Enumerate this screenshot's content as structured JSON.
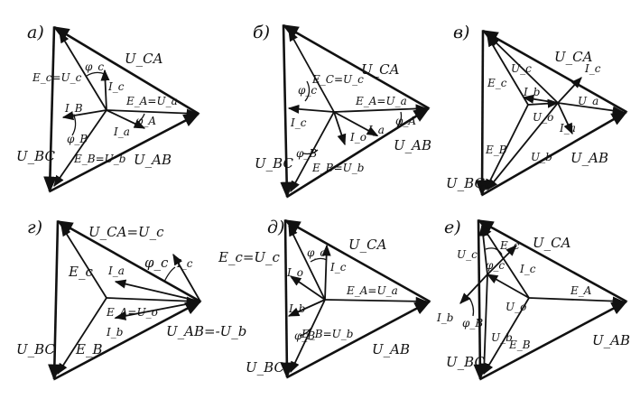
{
  "panels": [
    {
      "title": "а)",
      "labels": {
        "uca": "U_CA",
        "ubc": "U_BC",
        "uab": "U_AB",
        "ec": "E_c=U_c",
        "ea": "E_A=U_a",
        "eb": "E_B=U_b",
        "ic": "I_c",
        "ib": "I_B",
        "ia": "I_a",
        "phic": "φ_c",
        "phia": "φ_A",
        "phib": "φ_B"
      }
    },
    {
      "title": "б)",
      "labels": {
        "uca": "U_CA",
        "ubc": "U_BC",
        "uab": "U_AB",
        "ec": "E_C=U_c",
        "ea": "E_A=U_a",
        "eb": "E_B=U_b",
        "ic": "I_c",
        "io": "I_o",
        "ia": "I_a",
        "phic": "φ_c",
        "phia": "φ_A",
        "phib": "φ_B"
      }
    },
    {
      "title": "в)",
      "labels": {
        "uca": "U_CA",
        "ubc": "U_BC",
        "uab": "U_AB",
        "ec": "E_c",
        "eb": "E_B",
        "uc": "U_c",
        "ua": "U_a",
        "ub": "U_b",
        "ic": "I_c",
        "ib": "I_b",
        "ia": "I_a",
        "uo": "U_o"
      }
    },
    {
      "title": "г)",
      "labels": {
        "uca": "U_CA=U_c",
        "ubc": "U_BC",
        "uab": "U_AB=-U_b",
        "ec": "E_c",
        "eb": "E_B",
        "ea": "E_A=U_o",
        "ic": "I_c",
        "ia": "I_a",
        "ib": "I_b",
        "phic": "φ_c"
      }
    },
    {
      "title": "д)",
      "labels": {
        "uca": "U_CA",
        "ubc": "U_BC",
        "uab": "U_AB",
        "ec": "E_c=U_c",
        "ea": "E_A=U_a",
        "eb": "E_B=U_b",
        "io": "I_o",
        "ic": "I_c",
        "ib": "I_b",
        "phic": "φ_c",
        "phib": "φ_B"
      }
    },
    {
      "title": "е)",
      "labels": {
        "uca": "U_CA",
        "ubc": "U_BC",
        "uab": "U_AB",
        "ec": "E_c",
        "ea": "E_A",
        "eb": "E_B",
        "uc": "U_c",
        "ub": "U_b",
        "uo": "U_o",
        "ic": "I_c",
        "ib": "I_b",
        "phic": "φ_c",
        "phib": "φ_B"
      }
    }
  ]
}
